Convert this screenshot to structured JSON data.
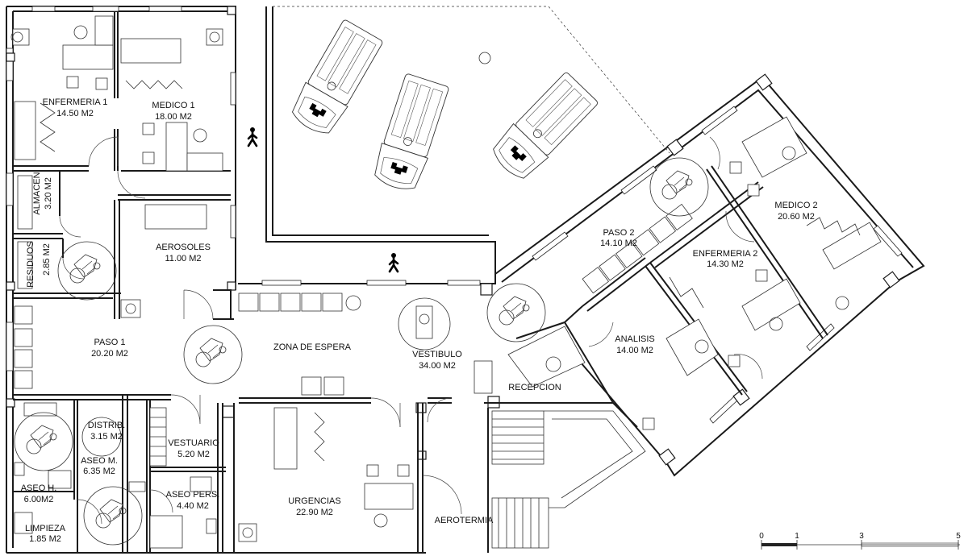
{
  "rooms": {
    "enfermeria1": {
      "name": "ENFERMERIA 1",
      "area": "14.50 M2"
    },
    "medico1": {
      "name": "MEDICO 1",
      "area": "18.00 M2"
    },
    "almacen": {
      "name": "ALMACEN",
      "area": "3.20 M2"
    },
    "residuos": {
      "name": "RESIDUOS",
      "area": "2.85 M2"
    },
    "aerosoles": {
      "name": "AEROSOLES",
      "area": "11.00 M2"
    },
    "paso1": {
      "name": "PASO 1",
      "area": "20.20 M2"
    },
    "zona_espera": {
      "name": "ZONA DE ESPERA"
    },
    "vestibulo": {
      "name": "VESTIBULO",
      "area": "34.00 M2"
    },
    "recepcion": {
      "name": "RECEPCION"
    },
    "paso2": {
      "name": "PASO 2",
      "area": "14.10 M2"
    },
    "medico2": {
      "name": "MEDICO 2",
      "area": "20.60 M2"
    },
    "enfermeria2": {
      "name": "ENFERMERIA 2",
      "area": "14.30 M2"
    },
    "analisis": {
      "name": "ANALISIS",
      "area": "14.00 M2"
    },
    "distrib": {
      "name": "DISTRIB.",
      "area": "3.15 M2"
    },
    "vestuario": {
      "name": "VESTUARIO",
      "area": "5.20 M2"
    },
    "aseo_m": {
      "name": "ASEO M.",
      "area": "6.35 M2"
    },
    "aseo_h": {
      "name": "ASEO H.",
      "area": "6.00M2"
    },
    "aseo_pers": {
      "name": "ASEO PERS.",
      "area": "4.40 M2"
    },
    "limpieza": {
      "name": "LIMPIEZA",
      "area": "1.85 M2"
    },
    "urgencias": {
      "name": "URGENCIAS",
      "area": "22.90 M2"
    },
    "aerotermia": {
      "name": "AEROTERMIA"
    }
  },
  "scale_bar": {
    "ticks": [
      "0",
      "1",
      "3",
      "5"
    ]
  },
  "icons": [
    "pedestrian-icon",
    "ambulance-icon",
    "wheelchair-icon",
    "wheelchair-turning-circle"
  ],
  "colors": {
    "lines": "#1a1a1a",
    "background": "#ffffff"
  }
}
